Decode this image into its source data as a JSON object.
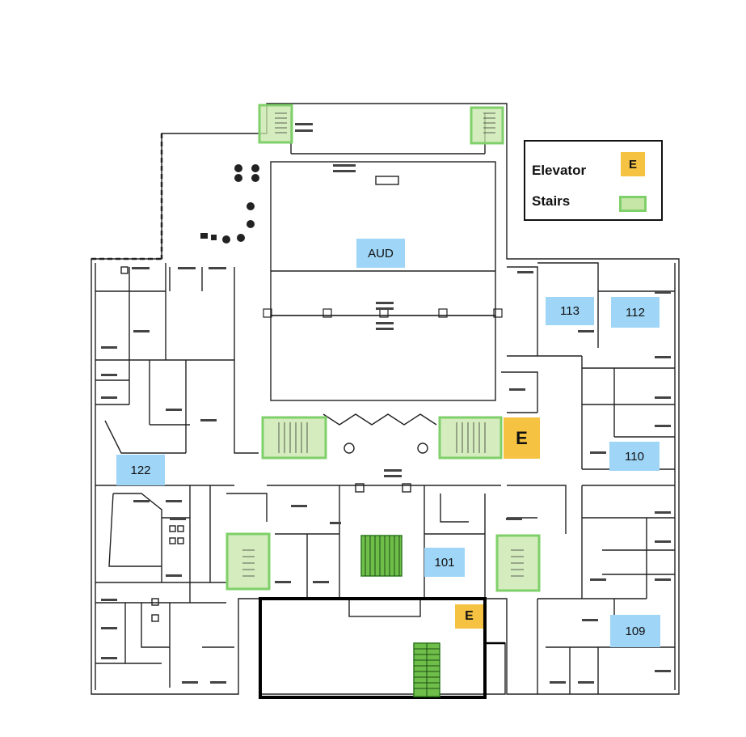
{
  "legend": {
    "elevator_label": "Elevator",
    "elevator_symbol": "E",
    "stairs_label": "Stairs"
  },
  "rooms": {
    "aud": "AUD",
    "r113": "113",
    "r112": "112",
    "r110": "110",
    "r122": "122",
    "r101": "101",
    "r109": "109"
  },
  "elevators": {
    "main": "E",
    "lower": "E"
  },
  "colors": {
    "room_label_bg": "#9fd5f7",
    "elevator_bg": "#f5c242",
    "stairs_fill": "#c6e6a8",
    "stairs_border": "#7fd06a",
    "wall": "#222222"
  }
}
